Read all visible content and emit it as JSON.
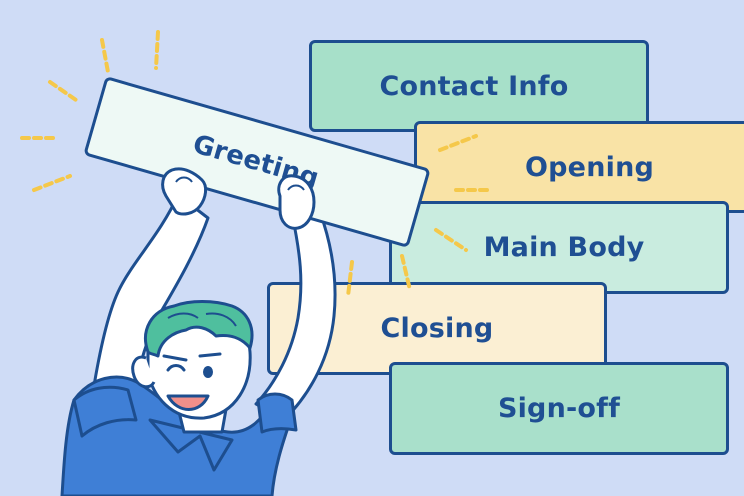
{
  "labels": {
    "contact_info": "Contact Info",
    "opening": "Opening",
    "main_body": "Main Body",
    "closing": "Closing",
    "sign_off": "Sign-off",
    "greeting": "Greeting"
  },
  "colors": {
    "background": "#cfdcf6",
    "outline": "#1d4e8f",
    "text": "#1f4f93",
    "contact_card": "#a7e0c9",
    "opening_card": "#f9e3a6",
    "main_body_card": "#c9ecdf",
    "closing_card": "#fbefd3",
    "sign_off_card": "#a9e0cb",
    "greeting_card": "#eef9f5",
    "sparkle": "#f5c84a",
    "shirt": "#3f7fd6",
    "hair": "#4fbf9e",
    "skin": "#ffffff"
  },
  "illustration": {
    "figure": "person-raising-card-icon",
    "sparkles": "sparkle-icon"
  }
}
